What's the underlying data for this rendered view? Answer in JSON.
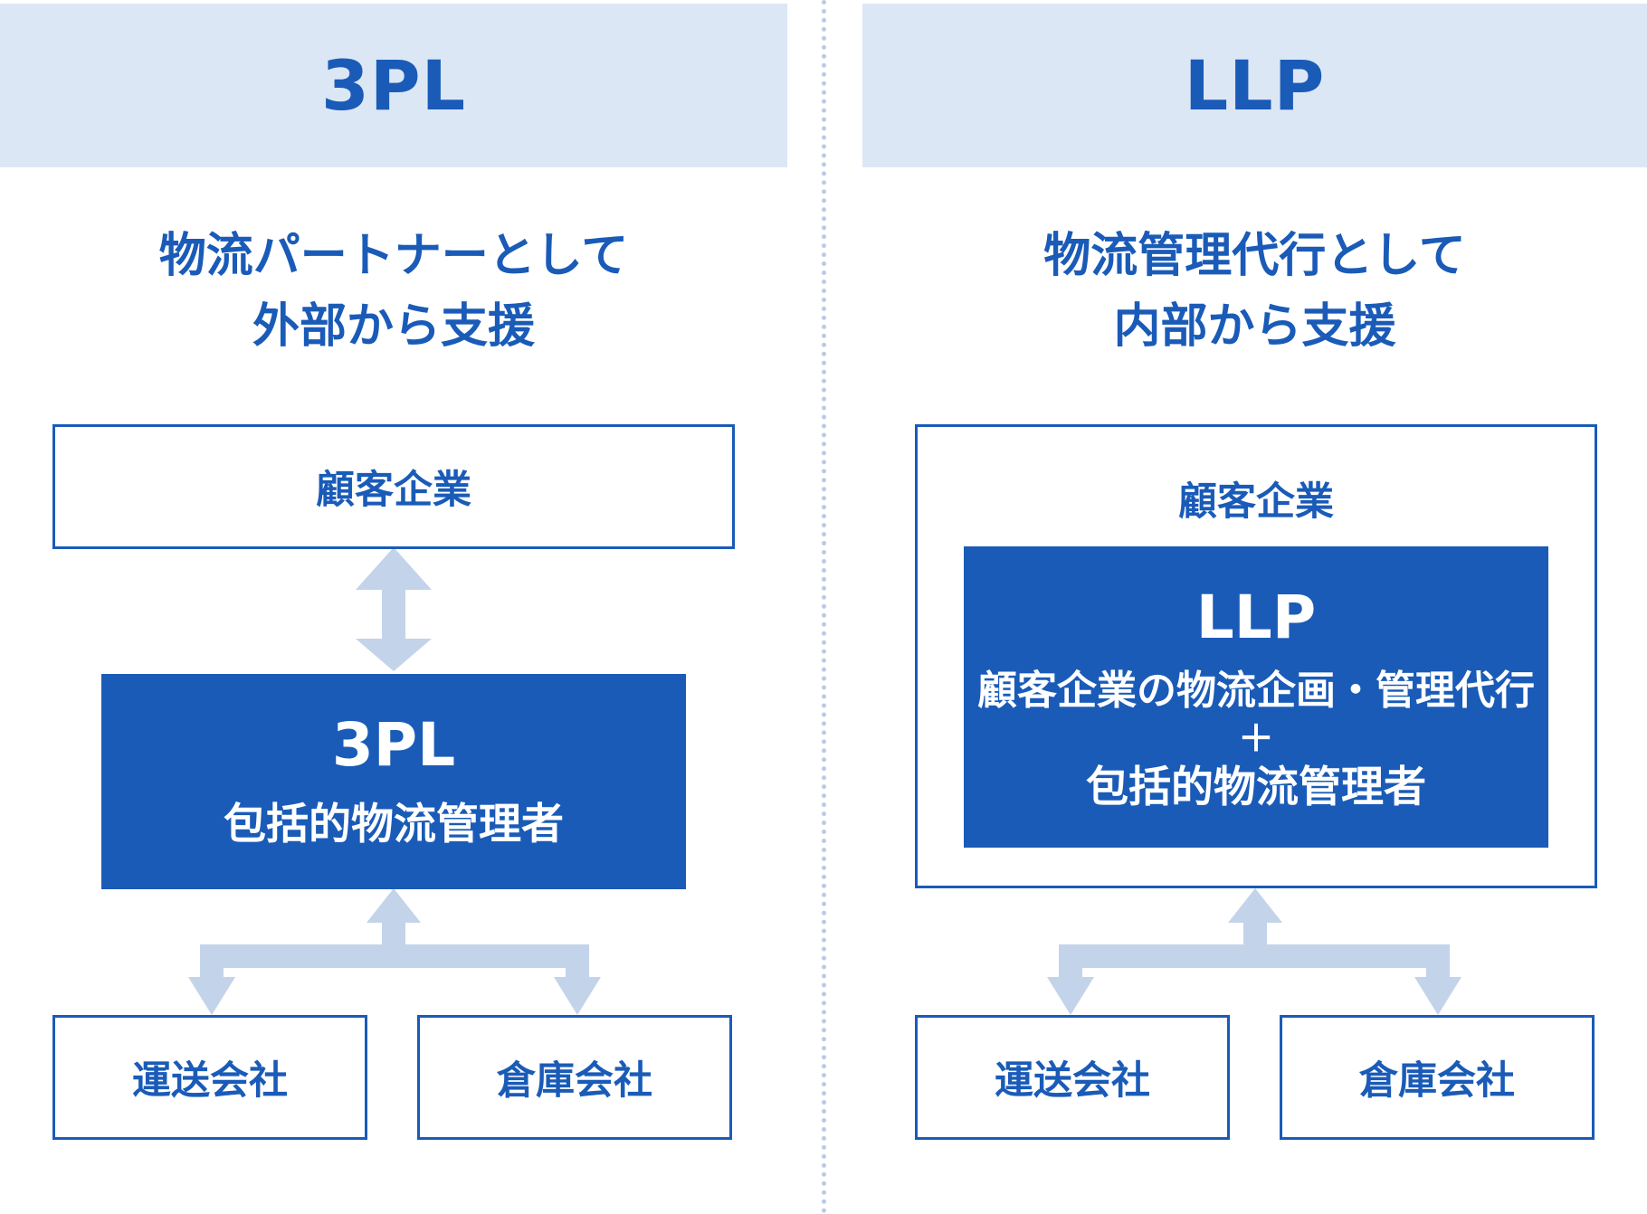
{
  "colors": {
    "primary": "#1a5bb8",
    "header_bg": "#dce7f6",
    "arrow": "#c3d3ea",
    "divider": "#b9cbe5"
  },
  "left": {
    "header": "3PL",
    "subtitle_line1": "物流パートナーとして",
    "subtitle_line2": "外部から支援",
    "client_box": "顧客企業",
    "main_box_title": "3PL",
    "main_box_subtitle": "包括的物流管理者",
    "transport_box": "運送会社",
    "warehouse_box": "倉庫会社"
  },
  "right": {
    "header": "LLP",
    "subtitle_line1": "物流管理代行として",
    "subtitle_line2": "内部から支援",
    "client_label": "顧客企業",
    "main_box_title": "LLP",
    "main_box_line1": "顧客企業の物流企画・管理代行",
    "main_box_plus": "＋",
    "main_box_line2": "包括的物流管理者",
    "transport_box": "運送会社",
    "warehouse_box": "倉庫会社"
  }
}
